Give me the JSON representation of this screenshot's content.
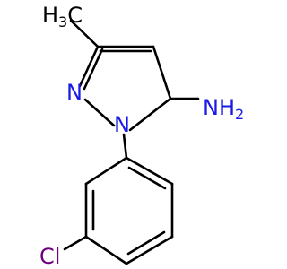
{
  "molecule": {
    "atoms": {
      "methyl": {
        "label": "H",
        "subscript": "3",
        "suffix": "C"
      },
      "n2": {
        "label": "N"
      },
      "n1": {
        "label": "N"
      },
      "amine": {
        "label": "NH",
        "subscript": "2"
      },
      "chlorine": {
        "label": "Cl"
      }
    },
    "colors": {
      "bond": "#000000",
      "carbon": "#000000",
      "nitrogen": "#1a1ae6",
      "chlorine": "#6b007a"
    }
  }
}
